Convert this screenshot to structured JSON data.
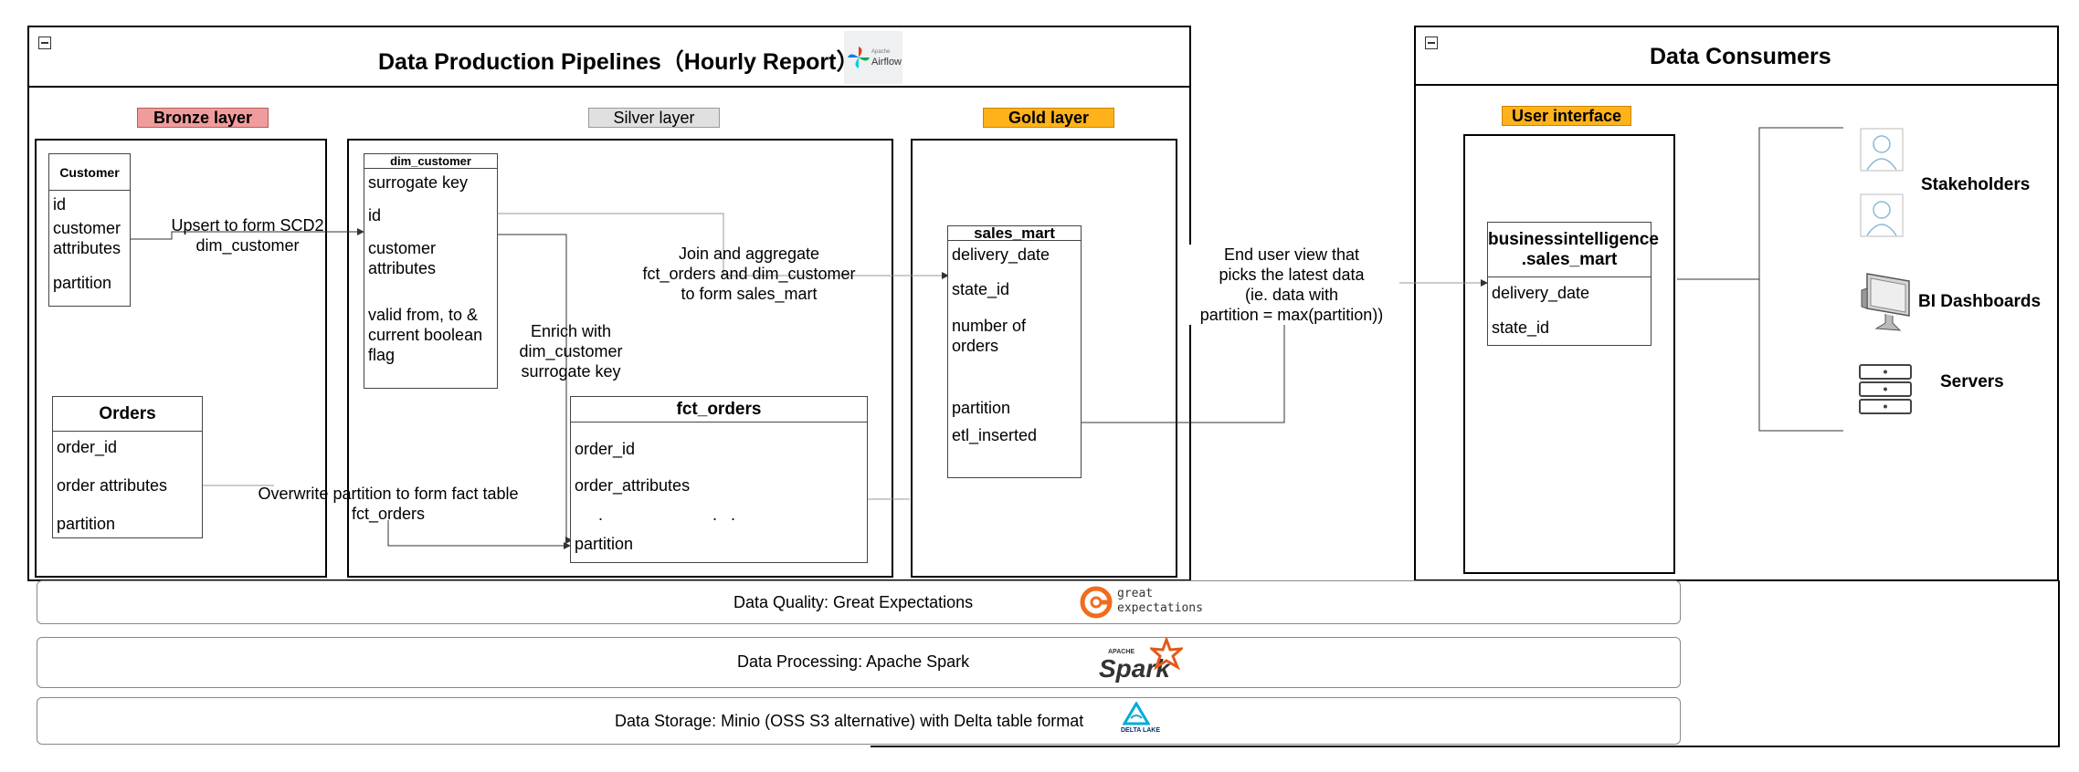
{
  "production": {
    "title": "Data Production Pipelines（Hourly Report）",
    "logo_line1": "Apache",
    "logo_line2": "Airflow",
    "bronze": {
      "label": "Bronze layer",
      "customer": {
        "name": "Customer",
        "fields": [
          "id",
          "customer\nattributes",
          "partition"
        ]
      },
      "orders": {
        "name": "Orders",
        "fields": [
          "order_id",
          "order attributes",
          "partition"
        ]
      }
    },
    "silver": {
      "label": "Silver layer",
      "dim_customer": {
        "name": "dim_customer",
        "fields": [
          "surrogate key",
          "id",
          "customer\nattributes",
          "valid from, to &\ncurrent boolean\nflag"
        ]
      },
      "fct_orders": {
        "name": "fct_orders",
        "fields": [
          "order_id",
          "order_attributes",
          ".                        .   .",
          "partition"
        ]
      }
    },
    "gold": {
      "label": "Gold layer",
      "sales_mart": {
        "name": "sales_mart",
        "fields": [
          "delivery_date",
          "state_id",
          "number of\norders",
          "partition",
          "etl_inserted"
        ]
      }
    },
    "edges": {
      "upsert": "Upsert to form SCD2\ndim_customer",
      "enrich": "Enrich with\ndim_customer\nsurrogate key",
      "join": "Join and aggregate\nfct_orders and dim_customer\nto form sales_mart",
      "overwrite": "Overwrite partition to form fact table\nfct_orders"
    }
  },
  "consumers": {
    "title": "Data Consumers",
    "ui_label": "User interface",
    "bi_table": {
      "name": "businessintelligence\n.sales_mart",
      "fields": [
        "delivery_date",
        "state_id"
      ]
    },
    "end_user_view": "End user view that\npicks the latest data\n(ie. data with\npartition = max(partition))",
    "targets": {
      "stakeholders": "Stakeholders",
      "dashboards": "BI Dashboards",
      "servers": "Servers"
    }
  },
  "platform": {
    "quality": "Data Quality: Great Expectations",
    "quality_logo1": "great",
    "quality_logo2": "expectations",
    "processing": "Data Processing: Apache Spark",
    "spark_logo_small": "APACHE",
    "spark_logo": "Spark",
    "storage": "Data Storage: Minio (OSS S3 alternative) with Delta table format",
    "delta_logo": "DELTA LAKE"
  },
  "colors": {
    "bronze": "#f19c9c",
    "silver": "#e0e0e0",
    "gold": "#ffb21a",
    "ge_orange": "#f26b1d",
    "spark_orange": "#e25a1c",
    "delta_blue": "#00add4"
  }
}
